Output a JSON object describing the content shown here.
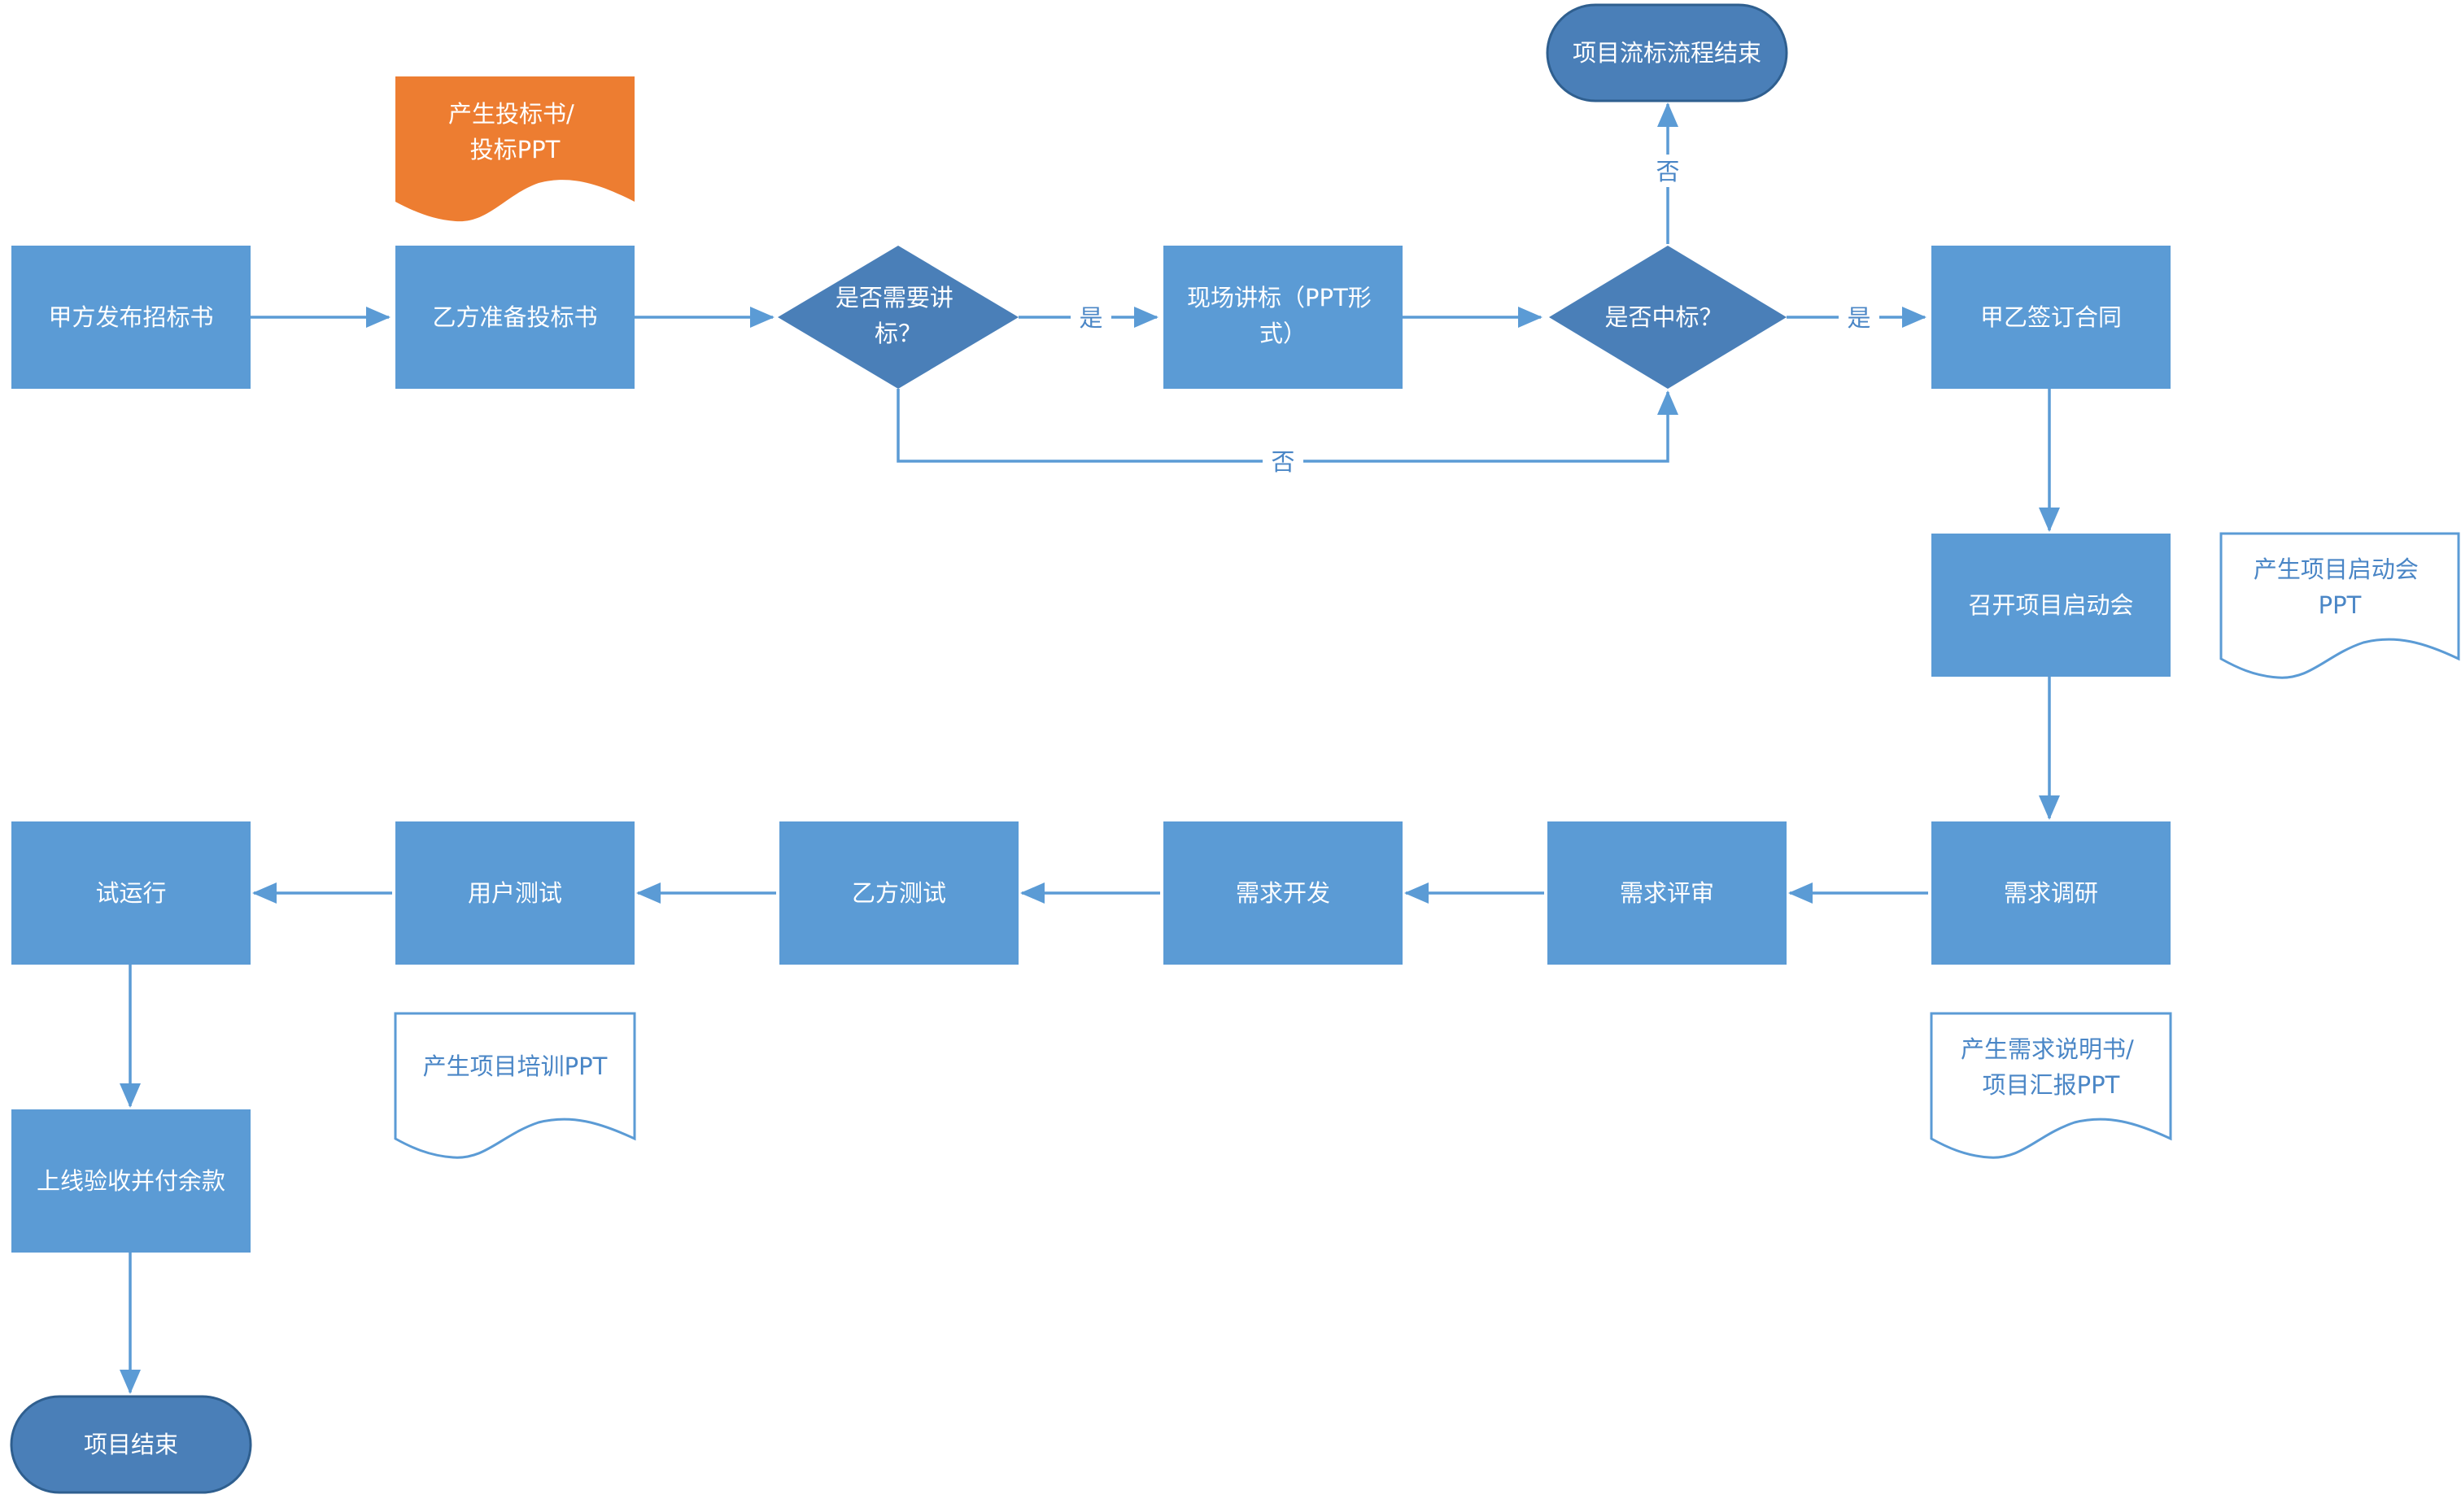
{
  "colors": {
    "process_fill": "#5b9bd5",
    "decision_fill": "#4a7fb8",
    "terminal_fill": "#4a7fb8",
    "terminal_stroke": "#2f5f8f",
    "accent_doc_fill": "#ed7d31",
    "doc_stroke": "#5b9bd5",
    "edge": "#5b9bd5",
    "edge_label": "#4a86c6"
  },
  "nodes": {
    "start_publish": [
      "甲方发布招标书"
    ],
    "prepare_bid": [
      "乙方准备投标书"
    ],
    "need_pitch": [
      "是否需要讲",
      "标？"
    ],
    "onsite_pitch": [
      "现场讲标（PPT形",
      "式）"
    ],
    "won_bid": [
      "是否中标？"
    ],
    "bid_failed_end": [
      "项目流标流程结束"
    ],
    "sign_contract": [
      "甲乙签订合同"
    ],
    "kickoff": [
      "召开项目启动会"
    ],
    "req_research": [
      "需求调研"
    ],
    "req_review": [
      "需求评审"
    ],
    "req_dev": [
      "需求开发"
    ],
    "vendor_test": [
      "乙方测试"
    ],
    "user_test": [
      "用户测试"
    ],
    "trial_run": [
      "试运行"
    ],
    "acceptance": [
      "上线验收并付余款"
    ],
    "project_end": [
      "项目结束"
    ]
  },
  "documents": {
    "bid_docs": [
      "产生投标书/",
      "投标PPT"
    ],
    "kickoff_ppt": [
      "产生项目启动会",
      "PPT"
    ],
    "req_docs": [
      "产生需求说明书/",
      "项目汇报PPT"
    ],
    "training_ppt": [
      "产生项目培训PPT"
    ]
  },
  "edge_labels": {
    "yes1": "是",
    "no1": "否",
    "yes2": "是",
    "no2": "否"
  }
}
